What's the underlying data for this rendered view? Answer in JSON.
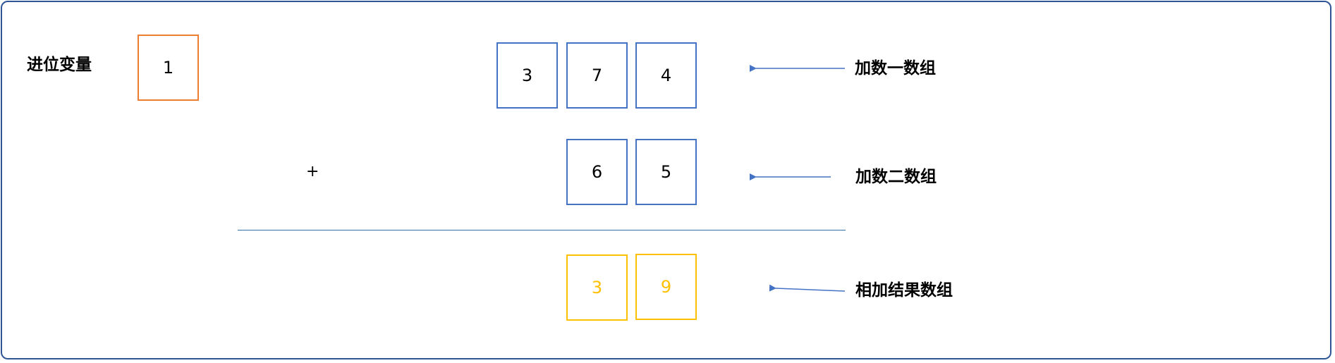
{
  "labels": {
    "carry": "进位变量",
    "addend_one": "加数一数组",
    "addend_two": "加数二数组",
    "result": "相加结果数组"
  },
  "carry_value": "1",
  "addend_one_digits": [
    "3",
    "7",
    "4"
  ],
  "addend_two_digits": [
    "6",
    "5"
  ],
  "operator": "+",
  "result_digits": [
    "3",
    "9"
  ],
  "colors": {
    "frame": "#2f5597",
    "addend_box": "#4472c4",
    "carry_box": "#ed7d31",
    "result_box": "#ffc000",
    "result_text": "#ffc000",
    "arrow": "#4472c4",
    "sum_line": "#2f6fa8"
  }
}
